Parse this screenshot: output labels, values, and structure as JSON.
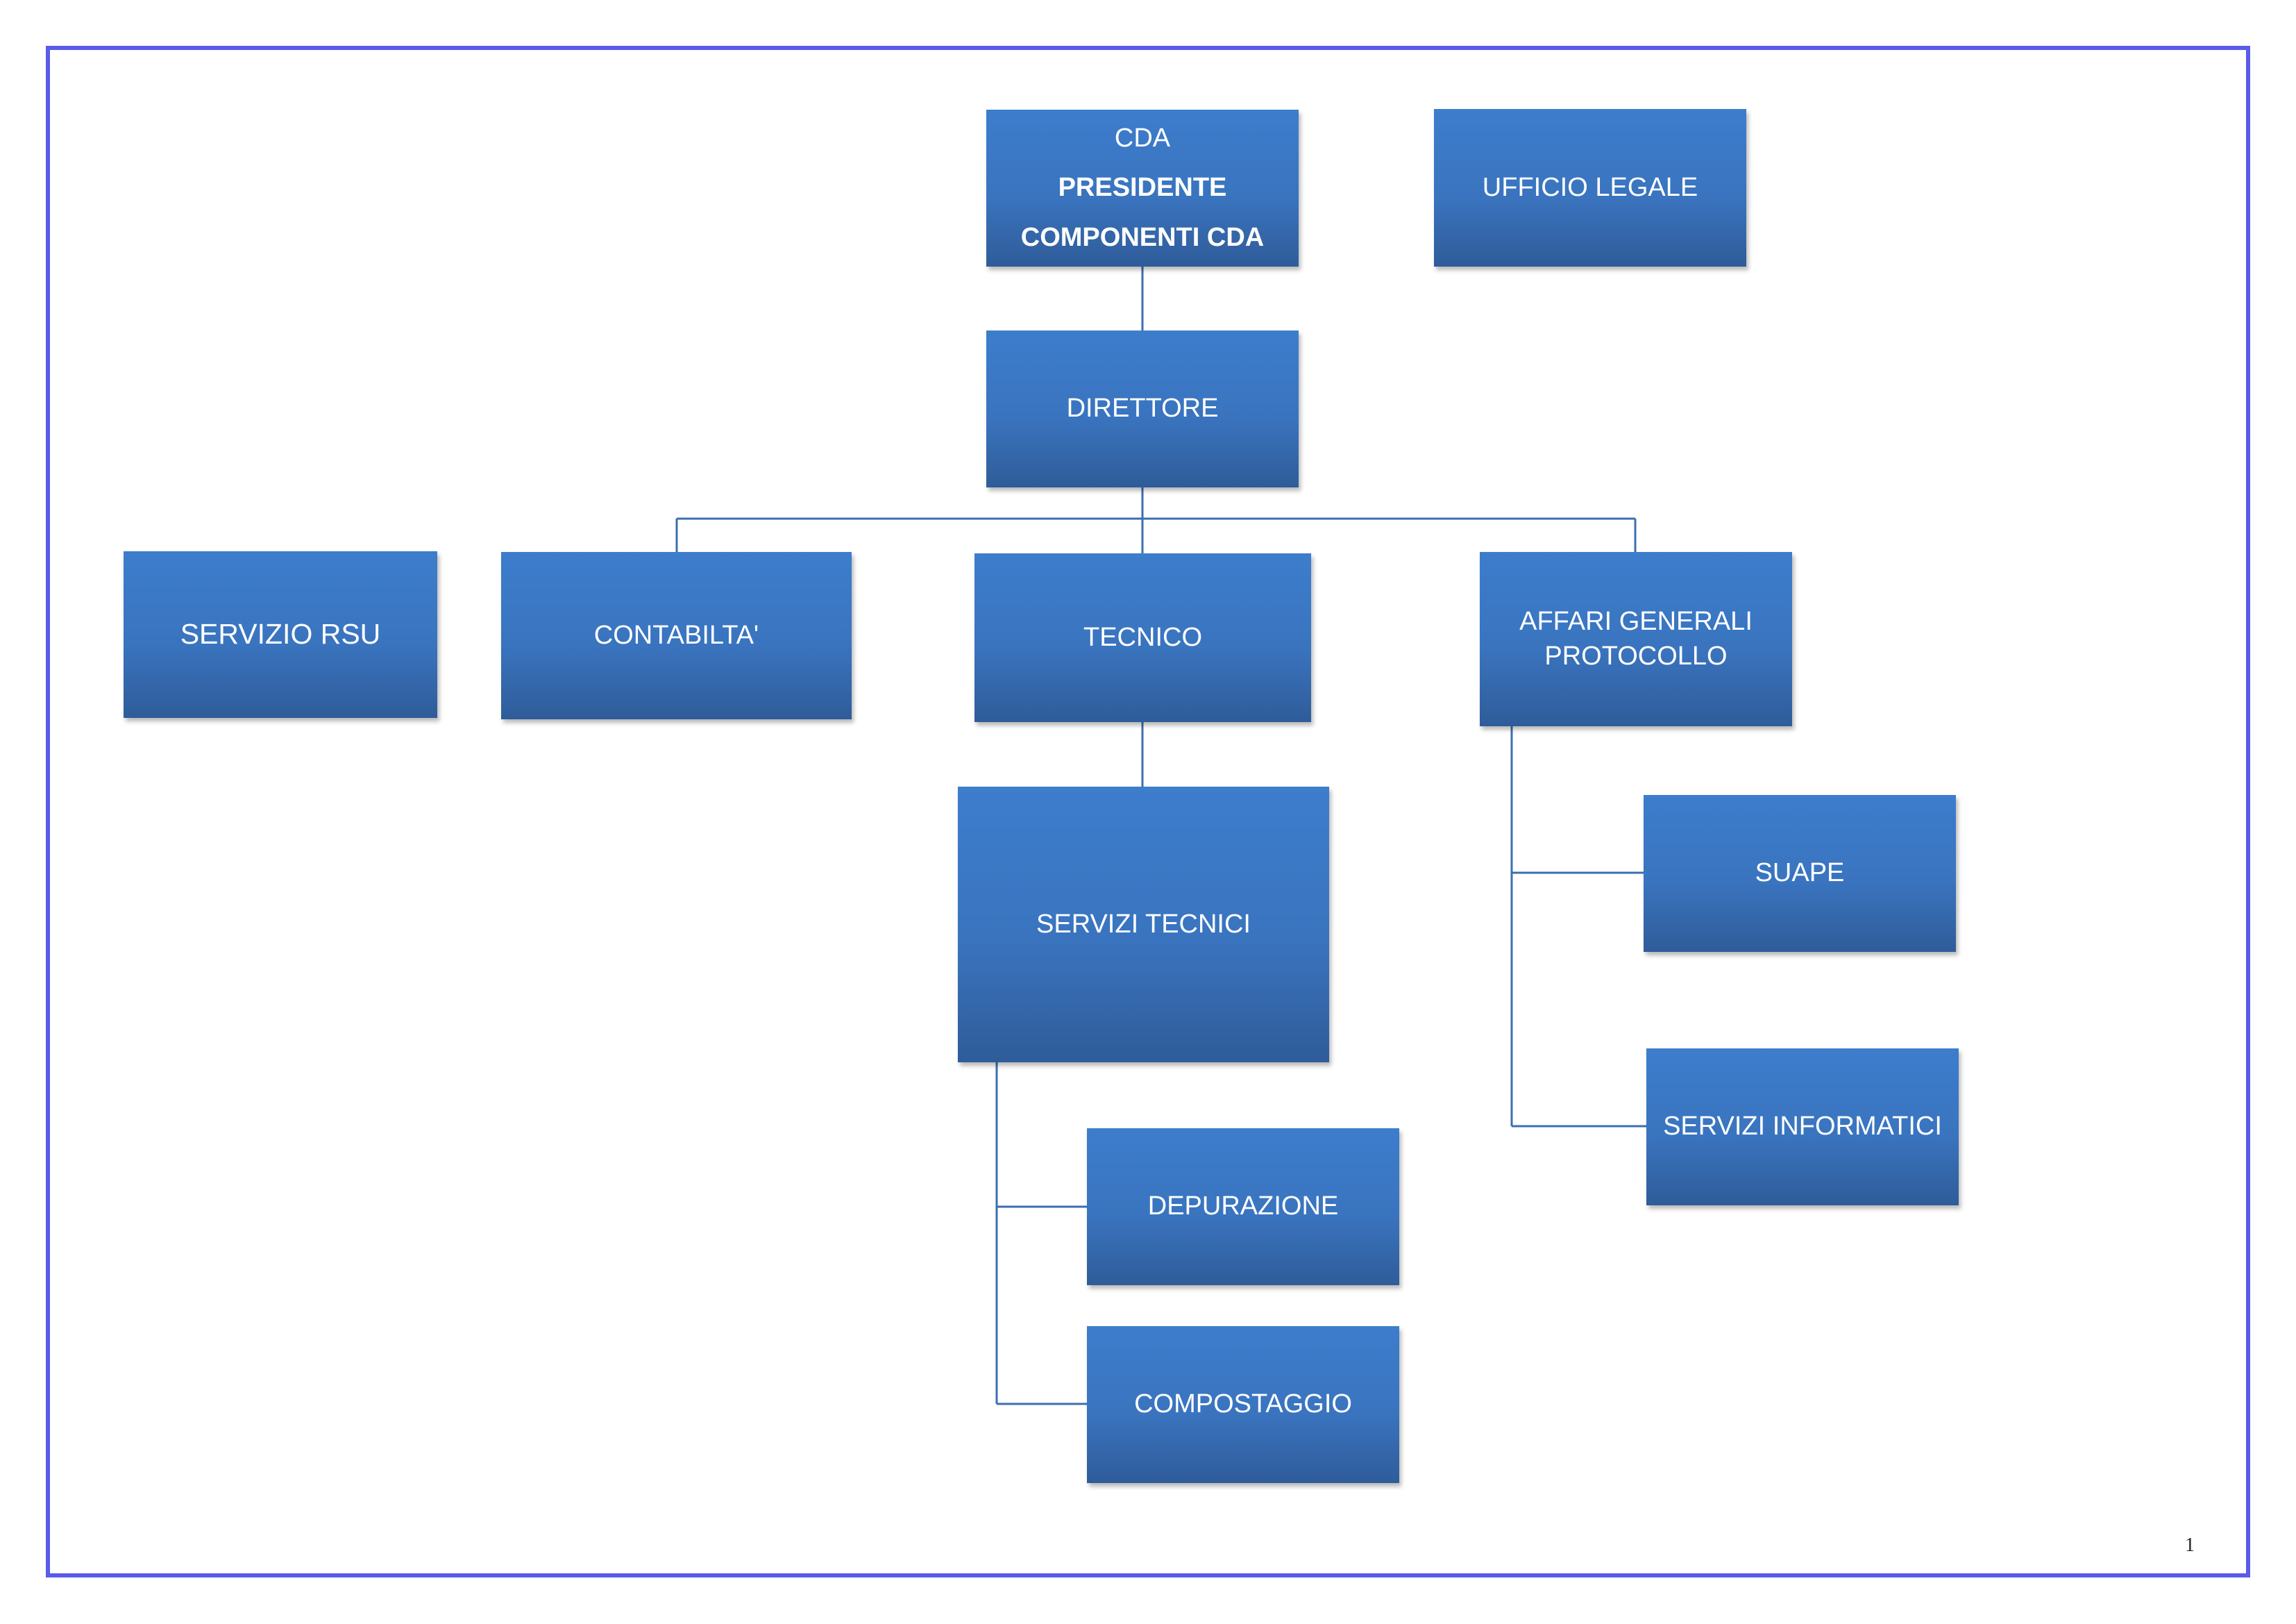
{
  "nodes": {
    "cda": {
      "lines": [
        "CDA",
        "PRESIDENTE",
        "COMPONENTI CDA"
      ]
    },
    "ufficio_legale": {
      "label": "UFFICIO LEGALE"
    },
    "direttore": {
      "label": "DIRETTORE"
    },
    "servizio_rsu": {
      "label": "SERVIZIO RSU"
    },
    "contabilita": {
      "label": "CONTABILTA'"
    },
    "tecnico": {
      "label": "TECNICO"
    },
    "affari_generali": {
      "lines": [
        "AFFARI GENERALI",
        "PROTOCOLLO"
      ]
    },
    "servizi_tecnici": {
      "label": "SERVIZI TECNICI"
    },
    "suape": {
      "label": "SUAPE"
    },
    "servizi_informatici": {
      "label": "SERVIZI INFORMATICI"
    },
    "depurazione": {
      "label": "DEPURAZIONE"
    },
    "compostaggio": {
      "label": "COMPOSTAGGIO"
    }
  },
  "page_number": "1",
  "colors": {
    "box_top": "#3C7DCC",
    "box_bottom": "#2F5C99",
    "connector": "#3A6FB0",
    "frame_border": "#5A5BE8"
  }
}
